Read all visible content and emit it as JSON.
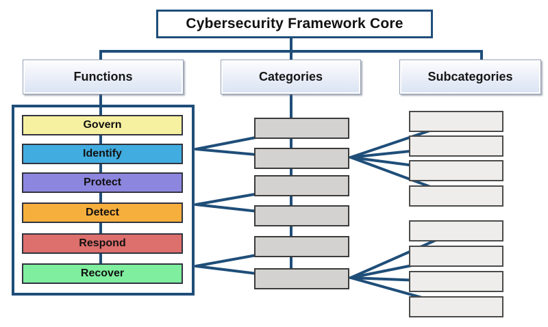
{
  "title": "Cybersecurity Framework Core",
  "headers": {
    "functions": "Functions",
    "categories": "Categories",
    "subcategories": "Subcategories"
  },
  "functions": {
    "items": [
      {
        "label": "Govern",
        "color": "#f6f1a1"
      },
      {
        "label": "Identify",
        "color": "#41acdf"
      },
      {
        "label": "Protect",
        "color": "#8d86de"
      },
      {
        "label": "Detect",
        "color": "#f6ae3d"
      },
      {
        "label": "Respond",
        "color": "#dd6f6d"
      },
      {
        "label": "Recover",
        "color": "#7fee9e"
      }
    ]
  },
  "categories": {
    "box_count": 6
  },
  "subcategories": {
    "box_count": 8
  },
  "colors": {
    "connector": "#1f4e79",
    "category_box_fill": "#d3d2d0",
    "subcategory_box_fill": "#eeedeb",
    "title_border": "#1f4e79",
    "header_fill": "#d9e3f3"
  }
}
